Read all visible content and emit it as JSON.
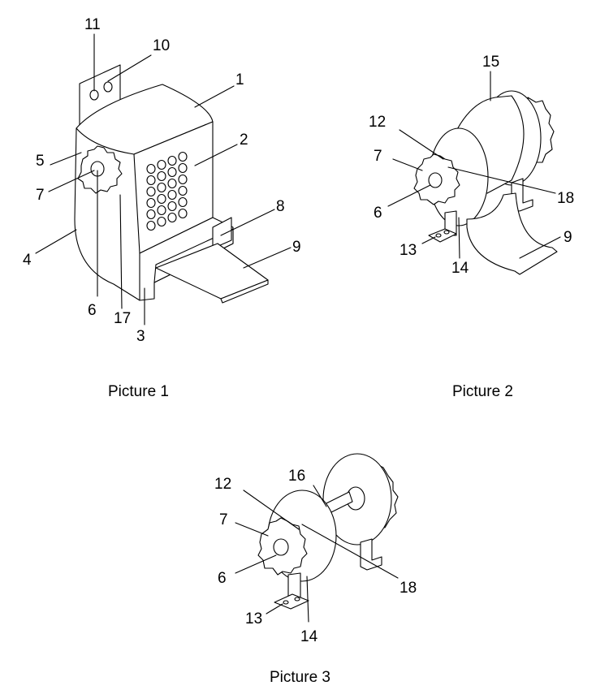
{
  "captions": {
    "picture1": "Picture 1",
    "picture2": "Picture 2",
    "picture3": "Picture 3"
  },
  "picture1": {
    "labels": [
      "11",
      "10",
      "1",
      "2",
      "5",
      "7",
      "4",
      "8",
      "9",
      "6",
      "17",
      "3"
    ]
  },
  "picture2": {
    "labels": [
      "15",
      "12",
      "7",
      "18",
      "6",
      "9",
      "13",
      "14"
    ]
  },
  "picture3": {
    "labels": [
      "16",
      "12",
      "7",
      "18",
      "6",
      "13",
      "14"
    ]
  }
}
